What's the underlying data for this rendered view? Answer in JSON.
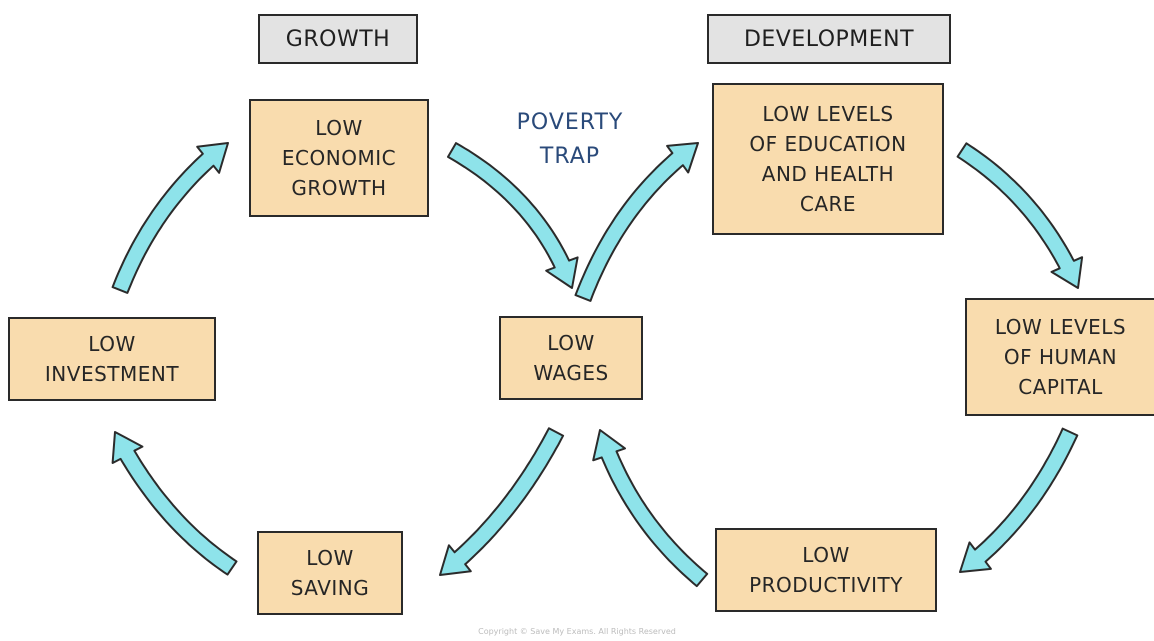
{
  "headers": {
    "growth": "GROWTH",
    "development": "DEVELOPMENT"
  },
  "trap_label": "POVERTY\nTRAP",
  "nodes": {
    "low_economic_growth": "LOW\nECONOMIC\nGROWTH",
    "low_wages": "LOW\nWAGES",
    "low_investment": "LOW\nINVESTMENT",
    "low_saving": "LOW\nSAVING",
    "low_education_health": "LOW LEVELS\nOF EDUCATION\nAND HEALTH\nCARE",
    "low_human_capital": "LOW LEVELS\nOF HUMAN\nCAPITAL",
    "low_productivity": "LOW\nPRODUCTIVITY"
  },
  "copyright": "Copyright © Save My Exams. All Rights Reserved",
  "colors": {
    "arrow_fill": "#8ee3ea",
    "arrow_stroke": "#2b2b2b",
    "node_fill": "#f9dcae",
    "header_fill": "#e3e3e3"
  }
}
